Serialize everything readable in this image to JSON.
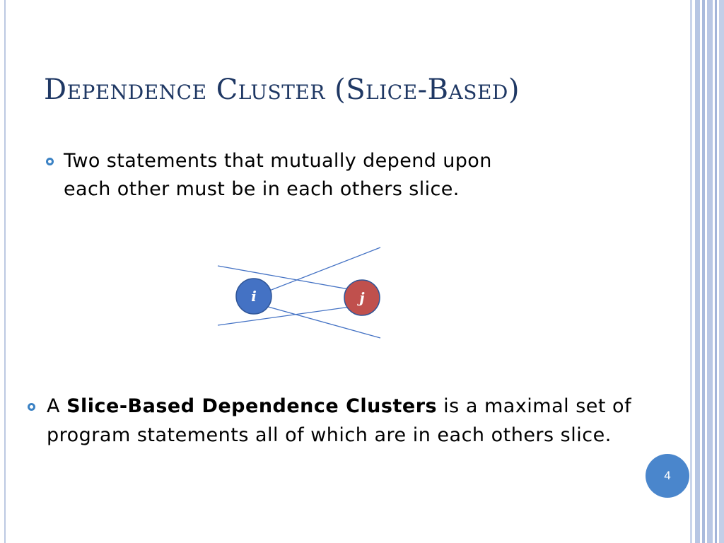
{
  "slide": {
    "title": "Dependence Cluster (Slice-Based)",
    "bullet1": {
      "line1": "Two statements that mutually depend upon",
      "line2": "each other must be in each others slice."
    },
    "diagram": {
      "node_i": "i",
      "node_j": "j",
      "node_i_color": "#4472c4",
      "node_j_color": "#c0504d",
      "line_color": "#4472c4"
    },
    "bullet2": {
      "prefix": "A ",
      "term": "Slice-Based Dependence Clusters",
      "rest": " is a maximal set of program statements all of which are in each others slice."
    },
    "page_number": "4",
    "colors": {
      "title": "#1f3864",
      "bullet": "#3b82c4",
      "page_badge": "#4a86cc"
    }
  }
}
